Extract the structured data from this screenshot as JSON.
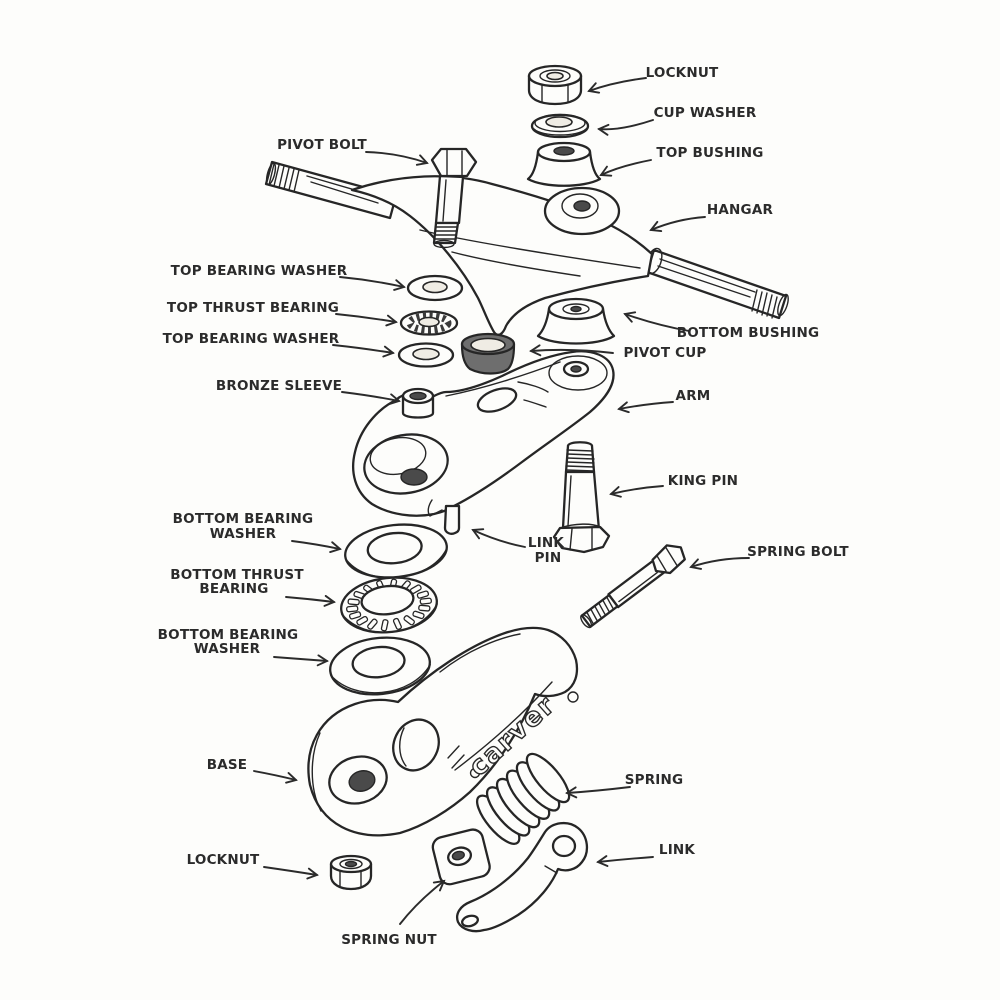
{
  "colors": {
    "paper": "#fdfdfb",
    "ink": "#262626",
    "label": "#2b2b2b"
  },
  "engraving": "carver",
  "parts": [
    {
      "id": "locknut-top",
      "label": "LOCKNUT"
    },
    {
      "id": "cup-washer",
      "label": "CUP WASHER"
    },
    {
      "id": "top-bushing",
      "label": "TOP BUSHING"
    },
    {
      "id": "pivot-bolt",
      "label": "PIVOT BOLT"
    },
    {
      "id": "hangar",
      "label": "HANGAR"
    },
    {
      "id": "top-bearing-washer-upper",
      "label": "TOP BEARING WASHER"
    },
    {
      "id": "top-thrust-bearing",
      "label": "TOP THRUST BEARING"
    },
    {
      "id": "top-bearing-washer-lower",
      "label": "TOP BEARING WASHER"
    },
    {
      "id": "bottom-bushing",
      "label": "BOTTOM BUSHING"
    },
    {
      "id": "pivot-cup",
      "label": "PIVOT CUP"
    },
    {
      "id": "bronze-sleeve",
      "label": "BRONZE SLEEVE"
    },
    {
      "id": "arm",
      "label": "ARM"
    },
    {
      "id": "king-pin",
      "label": "KING PIN"
    },
    {
      "id": "link-pin",
      "label": "LINK",
      "label2": "PIN"
    },
    {
      "id": "spring-bolt",
      "label": "SPRING BOLT"
    },
    {
      "id": "bottom-bearing-washer-upper",
      "label": "BOTTOM BEARING",
      "label2": "WASHER"
    },
    {
      "id": "bottom-thrust-bearing",
      "label": "BOTTOM THRUST",
      "label2": "BEARING"
    },
    {
      "id": "bottom-bearing-washer-lower",
      "label": "BOTTOM BEARING",
      "label2": "WASHER"
    },
    {
      "id": "base",
      "label": "BASE"
    },
    {
      "id": "spring",
      "label": "SPRING"
    },
    {
      "id": "locknut-bottom",
      "label": "LOCKNUT"
    },
    {
      "id": "link",
      "label": "LINK"
    },
    {
      "id": "spring-nut",
      "label": "SPRING NUT"
    }
  ]
}
